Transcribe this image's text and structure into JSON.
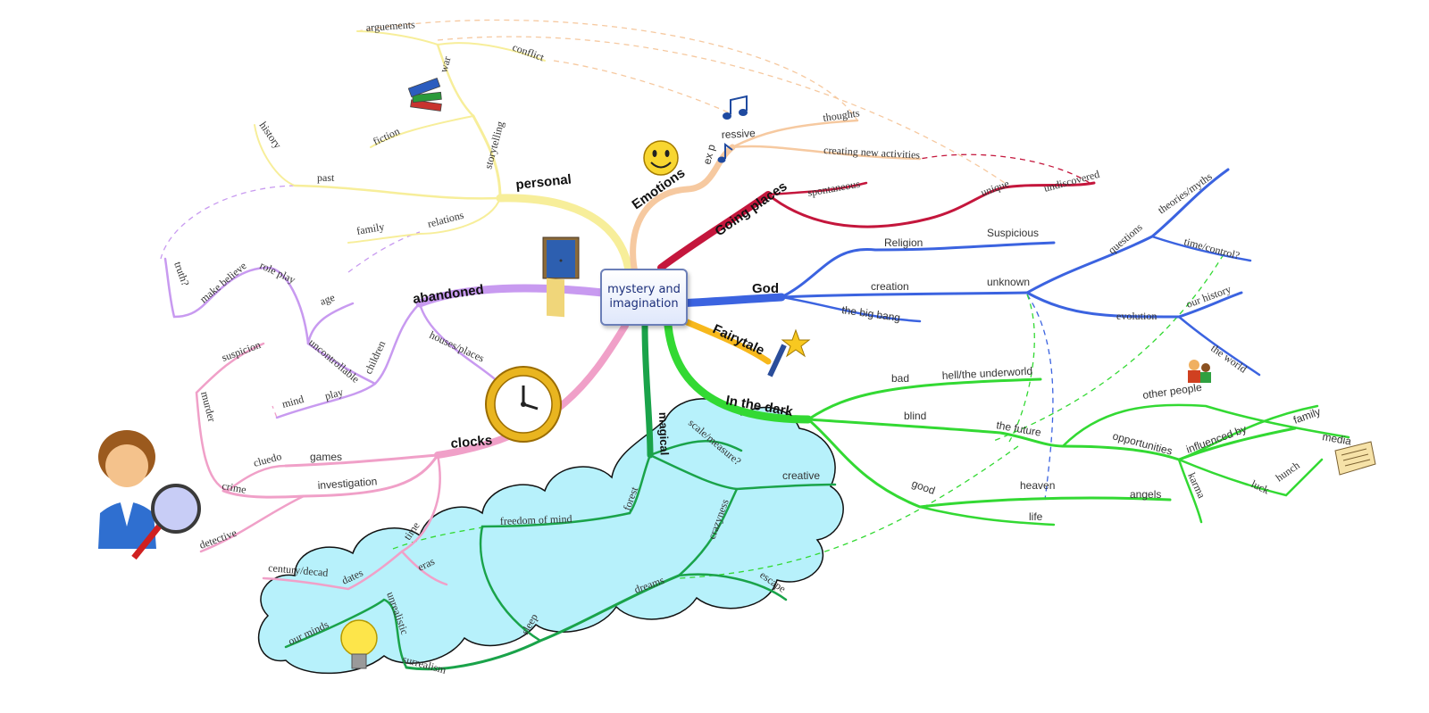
{
  "center": {
    "line1": "mystery and",
    "line2": "imagination"
  },
  "branches": {
    "personal": {
      "label": "personal",
      "color": "#f7ee9a",
      "items": {
        "arguements": "arguements",
        "war": "war",
        "conflict": "conflict",
        "storytelling": "storytelling",
        "history": "history",
        "fiction": "fiction",
        "past": "past",
        "relations": "relations",
        "family": "family"
      }
    },
    "emotions": {
      "label": "Emotions",
      "color": "#f6c9a0",
      "items": {
        "expressive_a": "ex p",
        "expressive_b": "ressive",
        "thoughts": "thoughts",
        "creating": "creating new activities"
      }
    },
    "going_places": {
      "label": "Going places",
      "color": "#c4163c",
      "items": {
        "spontaneous": "spontaneous",
        "unique": "unique",
        "undiscovered": "undiscovered"
      }
    },
    "god": {
      "label": "God",
      "color": "#3b63e0",
      "items": {
        "religion": "Religion",
        "suspicious": "Suspicious",
        "creation": "creation",
        "big_bang": "the big bang",
        "unknown": "unknown",
        "questions": "questions",
        "theories": "theories/myths",
        "time_control": "time/control?",
        "evolution": "evolution",
        "our_history": "our history",
        "the_world": "the world"
      }
    },
    "fairytale": {
      "label": "Fairytale",
      "color": "#f7b81c"
    },
    "in_the_dark": {
      "label": "In the dark",
      "color": "#33d933",
      "items": {
        "bad": "bad",
        "hell": "hell/the underworld",
        "blind": "blind",
        "future": "the future",
        "opportunities": "opportunities",
        "other_people": "other people",
        "influenced_by": "influenced by",
        "family": "family",
        "media": "media",
        "karma": "karma",
        "luck": "luck",
        "hunch": "hunch",
        "good": "good",
        "heaven": "heaven",
        "angels": "angels",
        "life": "life"
      }
    },
    "magical": {
      "label": "magical",
      "color": "#1aa34a",
      "items": {
        "scale": "scale/measure?",
        "creative": "creative",
        "forest": "forest",
        "freedom": "freedom of mind",
        "crazyness": "crazyness",
        "escape": "escape",
        "dreams": "dreams",
        "sleep": "sleep",
        "unrealistic": "unrealistic",
        "surrealism": "surrealism",
        "our_minds": "our minds"
      }
    },
    "clocks": {
      "label": "clocks",
      "color": "#f0a0c8",
      "items": {
        "suspicion": "suspicion",
        "murder": "murder",
        "cluedo": "cluedo",
        "games": "games",
        "crime": "crime",
        "investigation": "investigation",
        "detective": "detective",
        "time": "time",
        "dates": "dates",
        "century": "century/decad",
        "eras": "eras"
      }
    },
    "abandoned": {
      "label": "abandoned",
      "color": "#c89af0",
      "items": {
        "truth": "truth?",
        "make_believe": "make believe",
        "role_play": "role play",
        "age": "age",
        "uncontrollable": "uncontrollable",
        "children": "children",
        "play": "play",
        "mind": "mind",
        "houses": "houses/places"
      }
    }
  },
  "icons": [
    "books-icon",
    "music-note-icon",
    "smiley-icon",
    "door-icon",
    "magic-wand-icon",
    "clock-icon",
    "detective-icon",
    "light-bulb-icon",
    "people-icon",
    "newspaper-icon"
  ]
}
